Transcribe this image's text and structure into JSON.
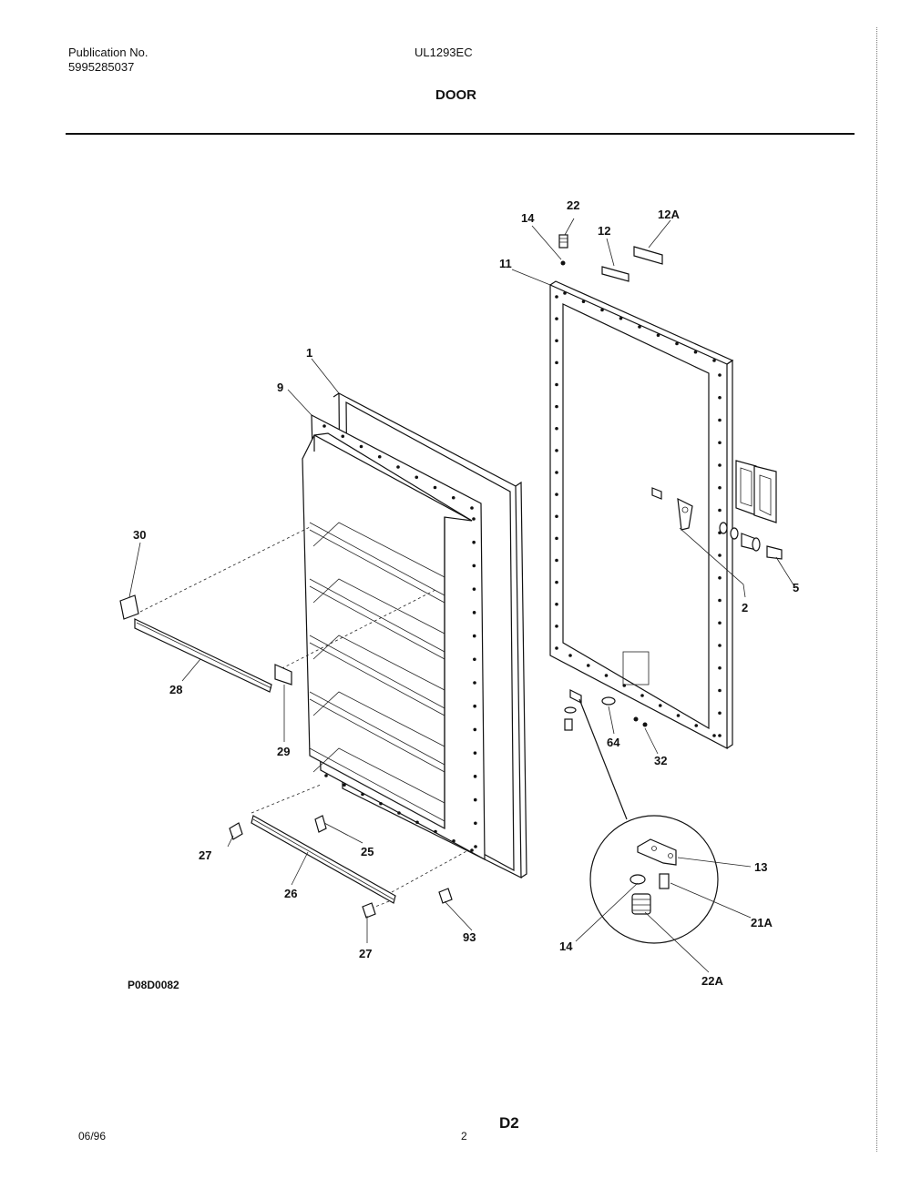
{
  "header": {
    "publication_label": "Publication No.",
    "publication_number": "5995285037",
    "model": "UL1293EC",
    "section_title": "DOOR"
  },
  "diagram": {
    "drawing_code": "P08D0082",
    "callouts": [
      "1",
      "9",
      "30",
      "28",
      "29",
      "27",
      "25",
      "26",
      "27",
      "93",
      "22",
      "14",
      "12",
      "12A",
      "11",
      "2",
      "5",
      "64",
      "32",
      "13",
      "14",
      "21A",
      "22A"
    ]
  },
  "footer": {
    "date": "06/96",
    "page_number": "2",
    "page_code": "D2"
  }
}
